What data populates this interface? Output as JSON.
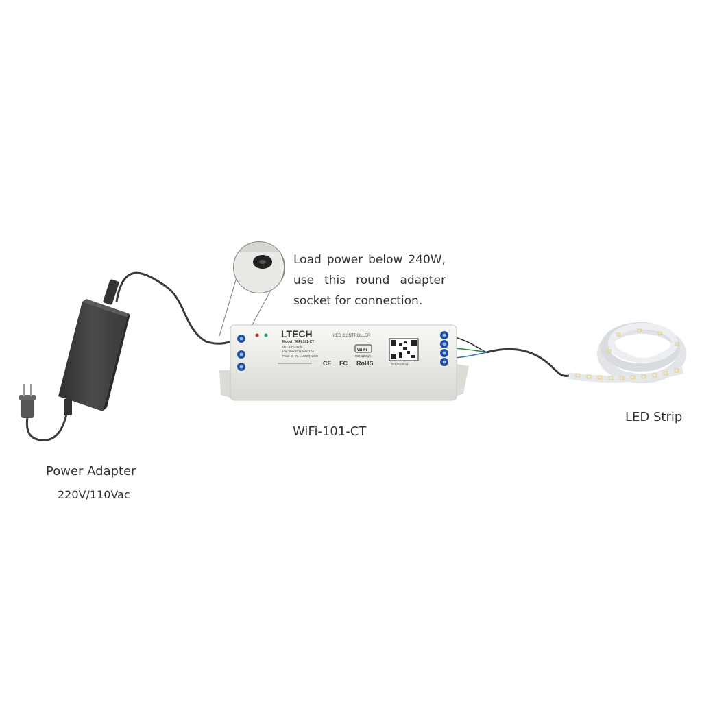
{
  "note": {
    "lines": [
      "Load power below 240W,",
      "use this round adapter",
      "socket for connection."
    ]
  },
  "labels": {
    "controller": "WiFi-101-CT",
    "led_strip": "LED Strip",
    "adapter_line1": "Power Adapter",
    "adapter_line2": "220V/110Vac"
  },
  "controller_face": {
    "brand": "LTECH",
    "subtitle": "LED CONTROLLER",
    "model": "Model:  WiFi-101-CT",
    "rows": [
      "Uin:     12~24Vdc",
      "Iout:    6A×2CH    Max 12A",
      "Pout:    (0~72...144W)×2CH"
    ],
    "wifi": "Wi Fi",
    "freq": "802.11b/g/n",
    "os": "iOS/Android",
    "rohs": "RoHS",
    "ce": "CE",
    "fc": "FC"
  },
  "colors": {
    "cable": "#3a3a3a",
    "adapter_body": "#444444",
    "controller_body": "#eeeeea",
    "terminal": "#1f4fa0",
    "strip": "#e6e8ec"
  }
}
